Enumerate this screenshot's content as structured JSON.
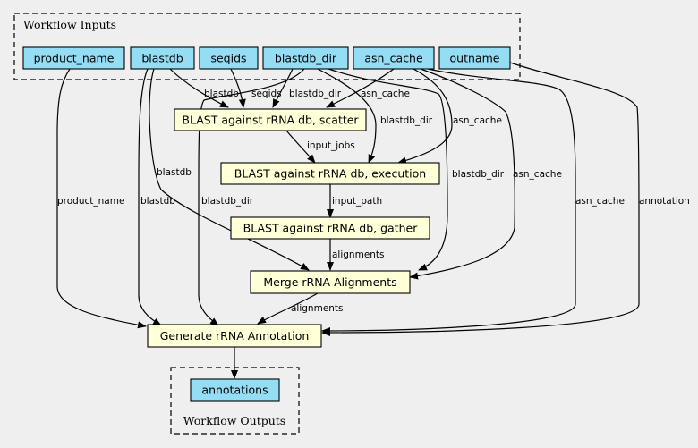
{
  "colors": {
    "background": "#efefef",
    "input_fill": "#94ddf4",
    "step_fill": "#ffffd8",
    "stroke": "#000000"
  },
  "clusters": {
    "inputs": {
      "label": "Workflow Inputs"
    },
    "outputs": {
      "label": "Workflow Outputs"
    }
  },
  "nodes": {
    "product_name": "product_name",
    "blastdb": "blastdb",
    "seqids": "seqids",
    "blastdb_dir": "blastdb_dir",
    "asn_cache": "asn_cache",
    "outname": "outname",
    "scatter": "BLAST against rRNA db, scatter",
    "execution": "BLAST against rRNA db, execution",
    "gather": "BLAST against rRNA db, gather",
    "merge": "Merge rRNA Alignments",
    "generate": "Generate rRNA Annotation",
    "annotations": "annotations"
  },
  "edge_labels": {
    "blastdb_to_scatter": "blastdb",
    "seqids_to_scatter": "seqids",
    "blastdb_dir_to_scatter": "blastdb_dir",
    "asn_cache_to_scatter": "asn_cache",
    "blastdb_dir_to_execution": "blastdb_dir",
    "asn_cache_to_execution": "asn_cache",
    "scatter_to_execution": "input_jobs",
    "execution_to_gather": "input_path",
    "gather_to_merge": "alignments",
    "blastdb_to_merge": "blastdb",
    "blastdb_dir_to_merge": "blastdb_dir",
    "asn_cache_to_merge": "asn_cache",
    "product_name_to_generate": "product_name",
    "blastdb_to_generate": "blastdb",
    "blastdb_dir_to_generate": "blastdb_dir",
    "asn_cache_to_generate": "asn_cache",
    "outname_to_generate": "annotation",
    "merge_to_generate": "alignments"
  }
}
